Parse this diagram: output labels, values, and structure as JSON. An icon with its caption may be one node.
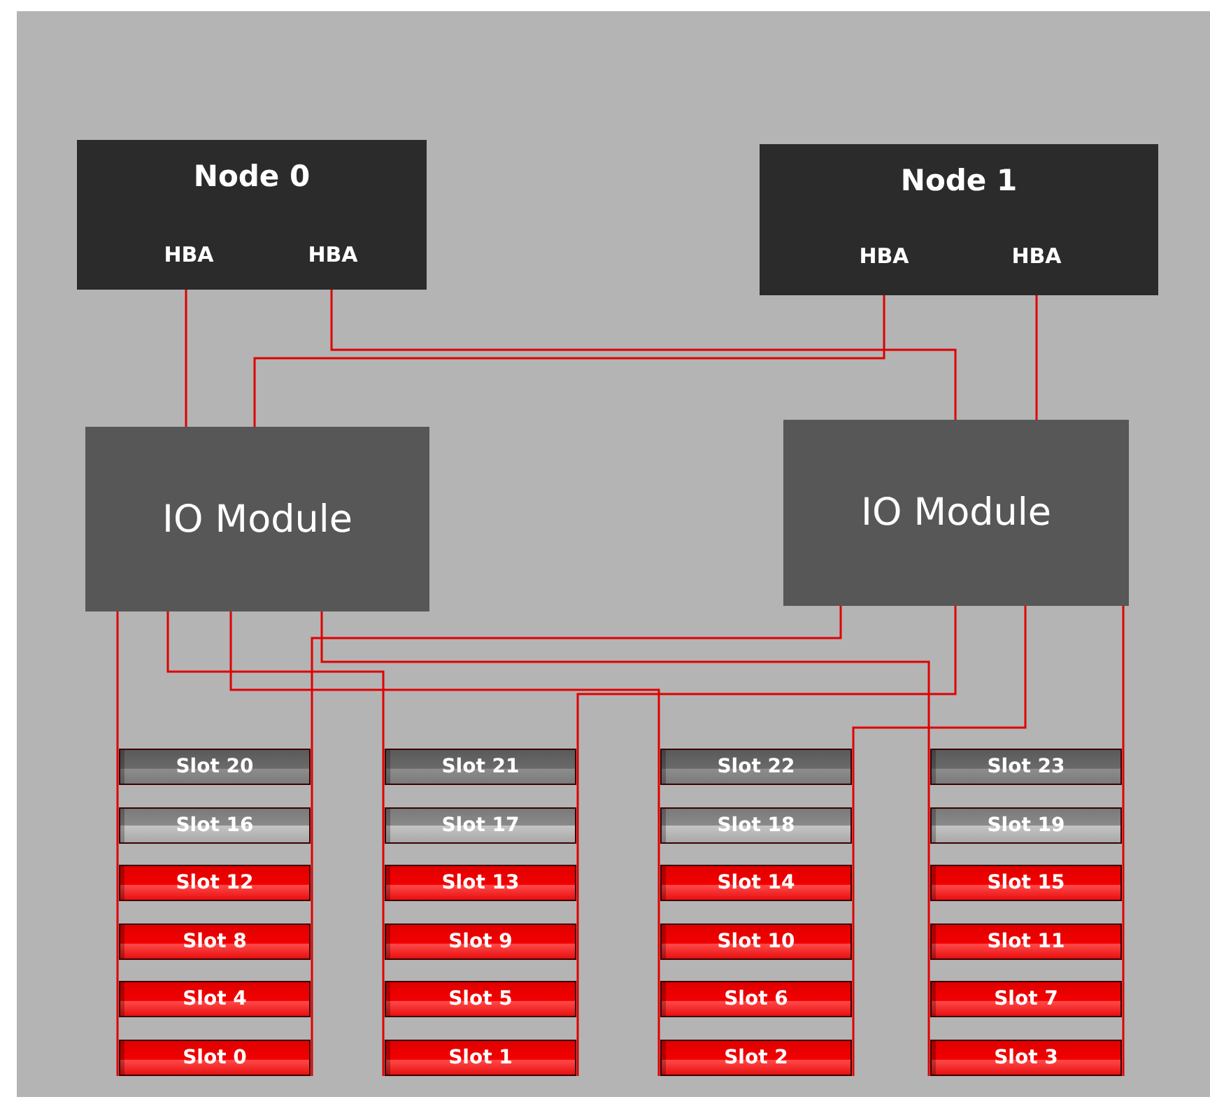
{
  "diagram": {
    "nodes": [
      {
        "text": [
          "Node 0"
        ]
      },
      {
        "text": [
          "HBA"
        ],
        "in": 0
      },
      {
        "text": [
          "HBA"
        ],
        "in": 0
      },
      {
        "text": [
          "Node 1"
        ]
      },
      {
        "text": [
          "HBA"
        ],
        "in": 3
      },
      {
        "text": [
          "HBA"
        ],
        "in": 3
      },
      {
        "text": [
          "IO Module"
        ]
      },
      {
        "text": [
          "IO Module"
        ]
      },
      {
        "text": [
          "Slot 20"
        ]
      },
      {
        "text": [
          "Slot 21"
        ]
      },
      {
        "text": [
          "Slot 22"
        ]
      },
      {
        "text": [
          "Slot 23"
        ]
      },
      {
        "text": [
          "Slot 16"
        ]
      },
      {
        "text": [
          "Slot 17"
        ]
      },
      {
        "text": [
          "Slot 18"
        ]
      },
      {
        "text": [
          "Slot 19"
        ]
      },
      {
        "text": [
          "Slot 12"
        ]
      },
      {
        "text": [
          "Slot 13"
        ]
      },
      {
        "text": [
          "Slot 14"
        ]
      },
      {
        "text": [
          "Slot 15"
        ]
      },
      {
        "text": [
          "Slot 8"
        ]
      },
      {
        "text": [
          "Slot 9"
        ]
      },
      {
        "text": [
          "Slot 10"
        ]
      },
      {
        "text": [
          "Slot 11"
        ]
      },
      {
        "text": [
          "Slot 4"
        ]
      },
      {
        "text": [
          "Slot 5"
        ]
      },
      {
        "text": [
          "Slot 6"
        ]
      },
      {
        "text": [
          "Slot 7"
        ]
      },
      {
        "text": [
          "Slot 0"
        ]
      },
      {
        "text": [
          "Slot 1"
        ]
      },
      {
        "text": [
          "Slot 2"
        ]
      },
      {
        "text": [
          "Slot 3"
        ]
      }
    ],
    "edges": [
      {
        "from": 1,
        "to": 6,
        "arrow": "none"
      },
      {
        "from": 2,
        "to": 7,
        "arrow": "none"
      },
      {
        "from": 4,
        "to": 6,
        "arrow": "none"
      },
      {
        "from": 5,
        "to": 7,
        "arrow": "none"
      },
      {
        "from": 6,
        "to": 8,
        "arrow": "none"
      },
      {
        "from": 6,
        "to": 12,
        "arrow": "none"
      },
      {
        "from": 6,
        "to": 16,
        "arrow": "none"
      },
      {
        "from": 6,
        "to": 20,
        "arrow": "none"
      },
      {
        "from": 6,
        "to": 24,
        "arrow": "none"
      },
      {
        "from": 6,
        "to": 28,
        "arrow": "none"
      },
      {
        "from": 6,
        "to": 9,
        "arrow": "none"
      },
      {
        "from": 6,
        "to": 13,
        "arrow": "none"
      },
      {
        "from": 6,
        "to": 17,
        "arrow": "none"
      },
      {
        "from": 6,
        "to": 21,
        "arrow": "none"
      },
      {
        "from": 6,
        "to": 25,
        "arrow": "none"
      },
      {
        "from": 6,
        "to": 29,
        "arrow": "none"
      },
      {
        "from": 6,
        "to": 10,
        "arrow": "none"
      },
      {
        "from": 6,
        "to": 14,
        "arrow": "none"
      },
      {
        "from": 6,
        "to": 18,
        "arrow": "none"
      },
      {
        "from": 6,
        "to": 22,
        "arrow": "none"
      },
      {
        "from": 6,
        "to": 26,
        "arrow": "none"
      },
      {
        "from": 6,
        "to": 30,
        "arrow": "none"
      },
      {
        "from": 6,
        "to": 11,
        "arrow": "none"
      },
      {
        "from": 6,
        "to": 15,
        "arrow": "none"
      },
      {
        "from": 6,
        "to": 19,
        "arrow": "none"
      },
      {
        "from": 6,
        "to": 23,
        "arrow": "none"
      },
      {
        "from": 6,
        "to": 27,
        "arrow": "none"
      },
      {
        "from": 6,
        "to": 31,
        "arrow": "none"
      },
      {
        "from": 7,
        "to": 8,
        "arrow": "none"
      },
      {
        "from": 7,
        "to": 12,
        "arrow": "none"
      },
      {
        "from": 7,
        "to": 16,
        "arrow": "none"
      },
      {
        "from": 7,
        "to": 20,
        "arrow": "none"
      },
      {
        "from": 7,
        "to": 24,
        "arrow": "none"
      },
      {
        "from": 7,
        "to": 28,
        "arrow": "none"
      },
      {
        "from": 7,
        "to": 9,
        "arrow": "none"
      },
      {
        "from": 7,
        "to": 13,
        "arrow": "none"
      },
      {
        "from": 7,
        "to": 17,
        "arrow": "none"
      },
      {
        "from": 7,
        "to": 21,
        "arrow": "none"
      },
      {
        "from": 7,
        "to": 25,
        "arrow": "none"
      },
      {
        "from": 7,
        "to": 29,
        "arrow": "none"
      },
      {
        "from": 7,
        "to": 10,
        "arrow": "none"
      },
      {
        "from": 7,
        "to": 14,
        "arrow": "none"
      },
      {
        "from": 7,
        "to": 18,
        "arrow": "none"
      },
      {
        "from": 7,
        "to": 22,
        "arrow": "none"
      },
      {
        "from": 7,
        "to": 26,
        "arrow": "none"
      },
      {
        "from": 7,
        "to": 30,
        "arrow": "none"
      },
      {
        "from": 7,
        "to": 11,
        "arrow": "none"
      },
      {
        "from": 7,
        "to": 15,
        "arrow": "none"
      },
      {
        "from": 7,
        "to": 19,
        "arrow": "none"
      },
      {
        "from": 7,
        "to": 23,
        "arrow": "none"
      },
      {
        "from": 7,
        "to": 27,
        "arrow": "none"
      },
      {
        "from": 7,
        "to": 31,
        "arrow": "none"
      }
    ]
  }
}
